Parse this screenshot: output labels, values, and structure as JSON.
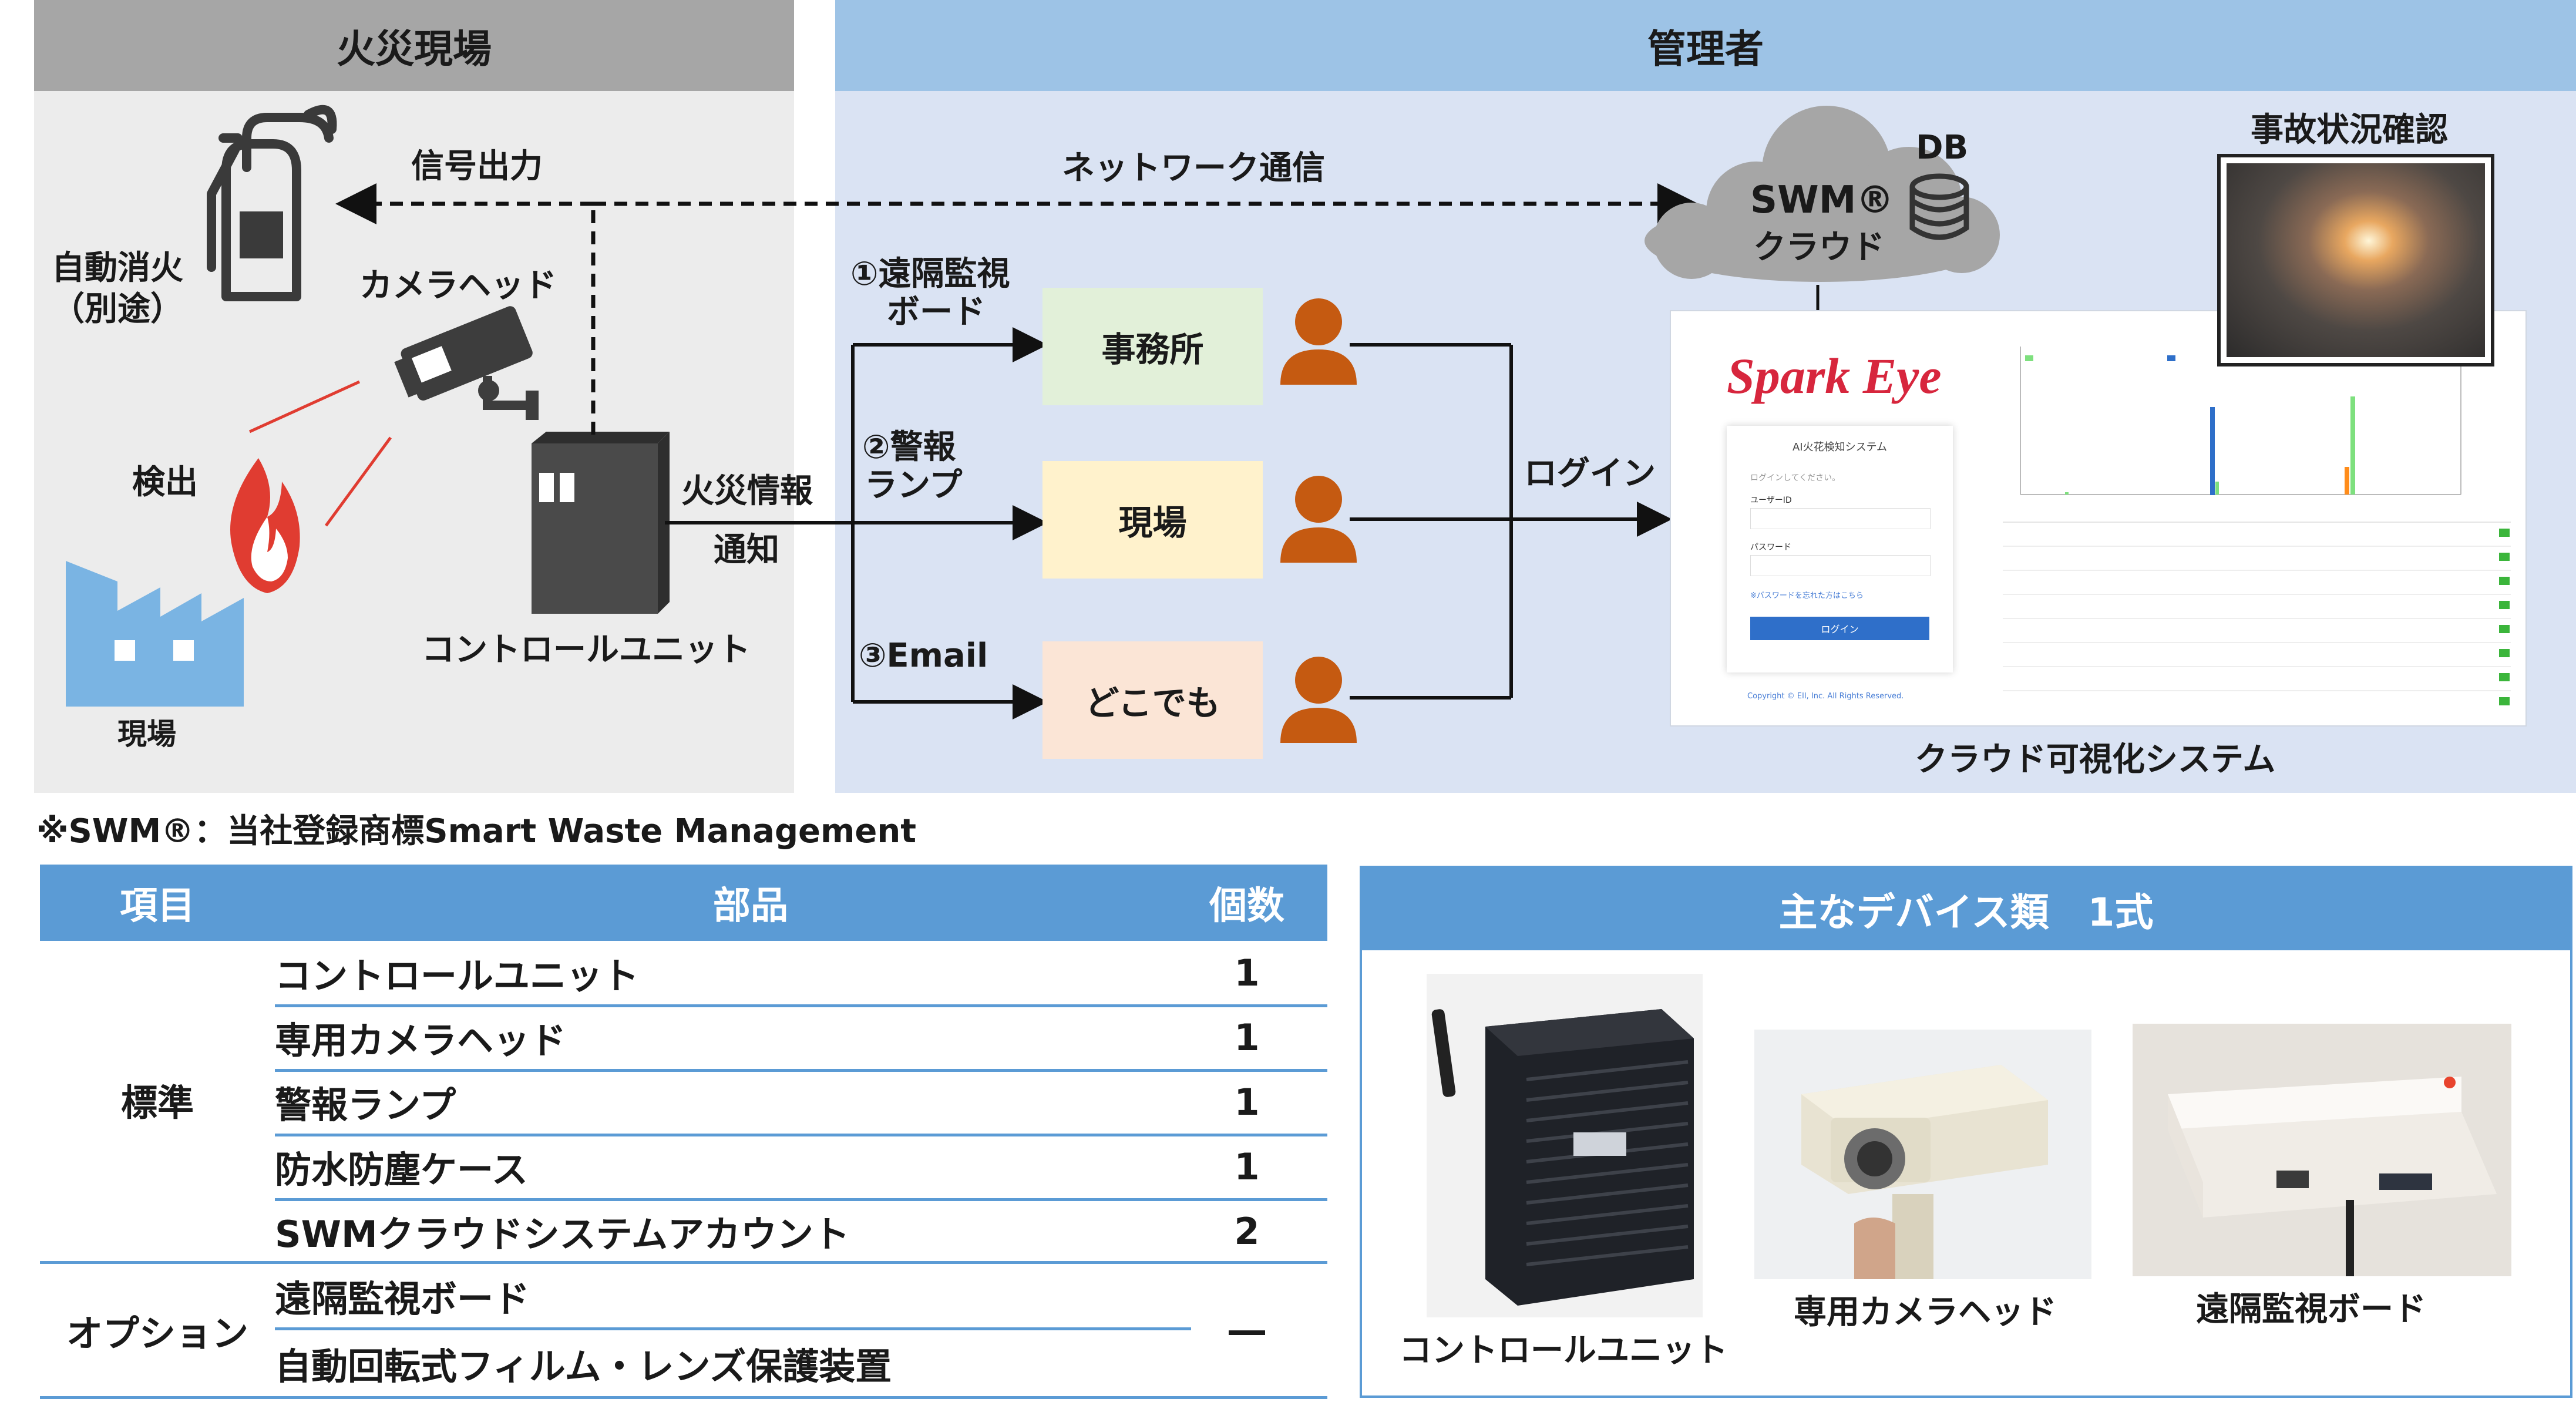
{
  "top": {
    "left_header": "火災現場",
    "right_header": "管理者",
    "labels": {
      "signal_output": "信号出力",
      "network": "ネットワーク通信",
      "extinguisher_l1": "自動消火",
      "extinguisher_l2": "（別途）",
      "camera_head": "カメラヘッド",
      "detect": "検出",
      "site": "現場",
      "control_unit": "コントロールユニット",
      "fire_info_l1": "火災情報",
      "fire_info_l2": "通知",
      "route1_l1": "①遠隔監視",
      "route1_l2": "ボード",
      "route2_l1": "②警報",
      "route2_l2": "ランプ",
      "route3": "③Email",
      "login": "ログイン",
      "db": "DB",
      "swm_l1": "SWM®",
      "swm_l2": "クラウド",
      "accident": "事故状況確認",
      "cloud_system": "クラウド可視化システム"
    },
    "boxes": {
      "office": "事務所",
      "site": "現場",
      "anywhere": "どこでも"
    },
    "screenshot": {
      "brand": "Spark Eye",
      "login_title": "AI火花検知システム",
      "login_hint": "ログインしてください。",
      "user_label": "ユーザーID",
      "pass_label": "パスワード",
      "forgot": "※パスワードを忘れた方はこちら",
      "login_button": "ログイン",
      "copyright": "Copyright © EII, Inc. All Rights Reserved."
    },
    "colors": {
      "left_header_bg": "#a6a6a6",
      "left_bg": "#ececec",
      "right_header_bg": "#9dc3e6",
      "right_bg": "#dae3f3",
      "office_bg": "#e2f0d9",
      "site_bg": "#fff2cc",
      "anywhere_bg": "#fbe5d6",
      "person": "#c55a11",
      "fire": "#e03c31",
      "factory": "#7ab4e3"
    }
  },
  "footnote": "※SWM®：当社登録商標Smart Waste Management",
  "table": {
    "headers": [
      "項目",
      "部品",
      "個数"
    ],
    "groups": [
      {
        "category": "標準",
        "rows": [
          {
            "part": "コントロールユニット",
            "qty": "1"
          },
          {
            "part": "専用カメラヘッド",
            "qty": "1"
          },
          {
            "part": "警報ランプ",
            "qty": "1"
          },
          {
            "part": "防水防塵ケース",
            "qty": "1"
          },
          {
            "part": "SWMクラウドシステムアカウント",
            "qty": "2"
          }
        ]
      },
      {
        "category": "オプション",
        "rows": [
          {
            "part": "遠隔監視ボード",
            "qty": "―"
          },
          {
            "part": "自動回転式フィルム・レンズ保護装置",
            "qty": ""
          }
        ]
      }
    ]
  },
  "devices": {
    "title": "主なデバイス類　1式",
    "items": [
      "コントロールユニット",
      "専用カメラヘッド",
      "遠隔監視ボード"
    ]
  }
}
